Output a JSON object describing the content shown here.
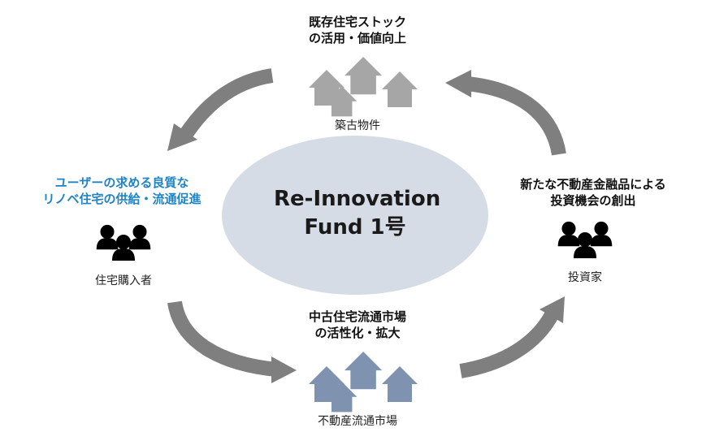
{
  "center": {
    "line1": "Re-Innovation",
    "line2": "Fund 1号"
  },
  "top": {
    "heading_line1": "既存住宅ストック",
    "heading_line2": "の活用・価値向上",
    "caption": "築古物件",
    "house_color": "#a6a6a6"
  },
  "left": {
    "heading_line1": "ユーザーの求める良質な",
    "heading_line2": "リノベ住宅の供給・流通促進",
    "caption": "住宅購入者",
    "heading_color": "#1f84c6"
  },
  "right": {
    "heading_line1": "新たな不動産金融品による",
    "heading_line2": "投資機会の創出",
    "caption": "投資家"
  },
  "bottom": {
    "heading_line1": "中古住宅流通市場",
    "heading_line2": "の活性化・拡大",
    "caption": "不動産流通市場",
    "house_color": "#7f93b0"
  },
  "colors": {
    "ellipse": "#d6dce5",
    "arrow": "#7f7f7f",
    "people": "#000000"
  }
}
